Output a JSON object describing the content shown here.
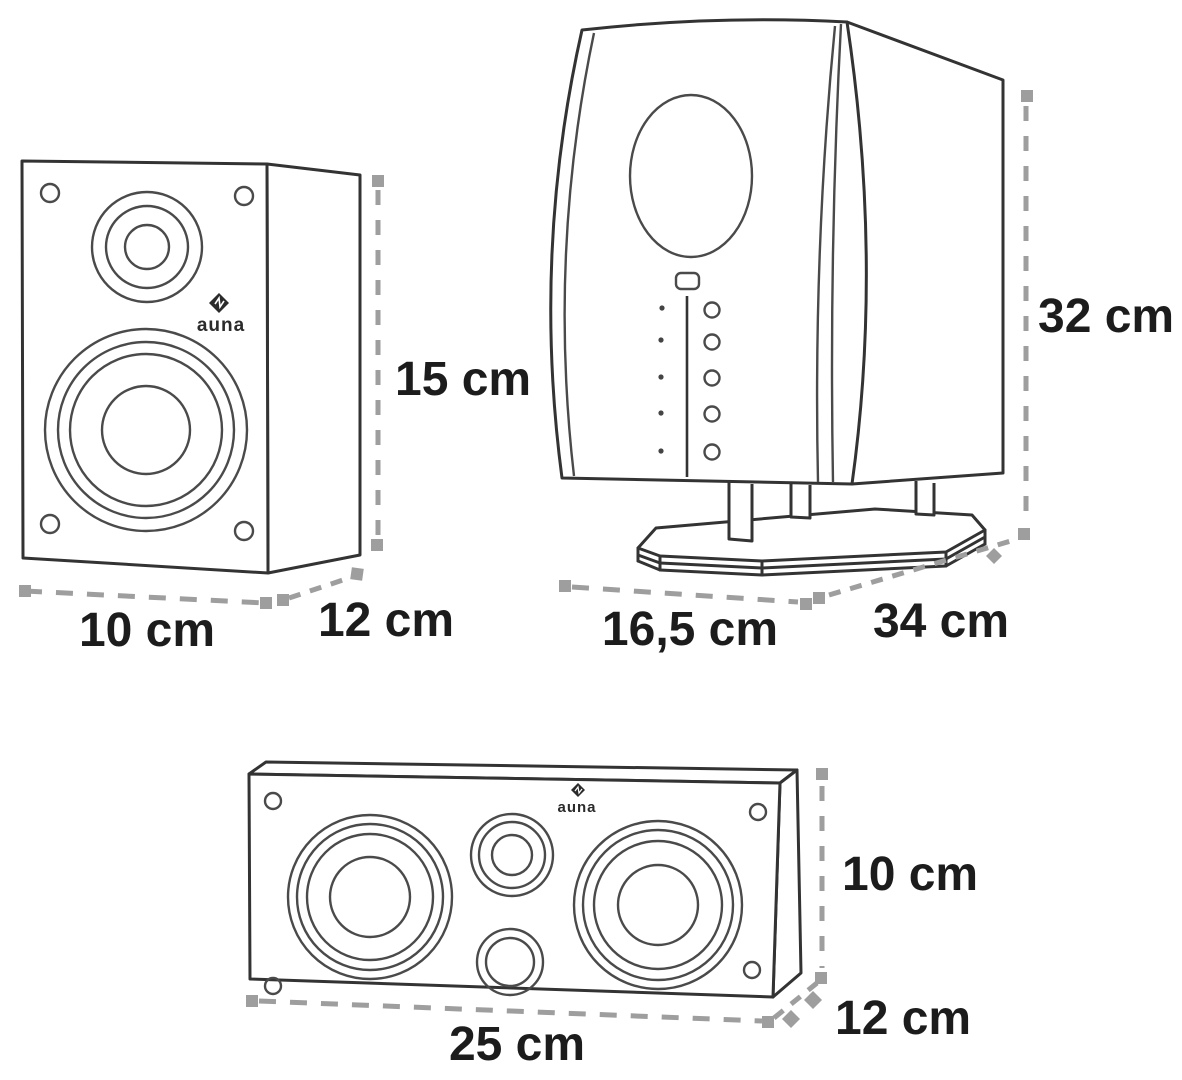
{
  "diagram": {
    "brand_logo": "auna",
    "colors": {
      "background": "#ffffff",
      "line": "#333333",
      "dimension_line": "#9e9e9e",
      "label_text": "#1c1c1c"
    },
    "speakers": [
      {
        "id": "bookshelf-speaker",
        "height": "15 cm",
        "width": "10 cm",
        "depth": "12 cm"
      },
      {
        "id": "stand-speaker",
        "height": "32 cm",
        "width": "16,5 cm",
        "depth": "34 cm"
      },
      {
        "id": "center-speaker",
        "height": "10 cm",
        "width": "25 cm",
        "depth": "12 cm"
      }
    ]
  }
}
